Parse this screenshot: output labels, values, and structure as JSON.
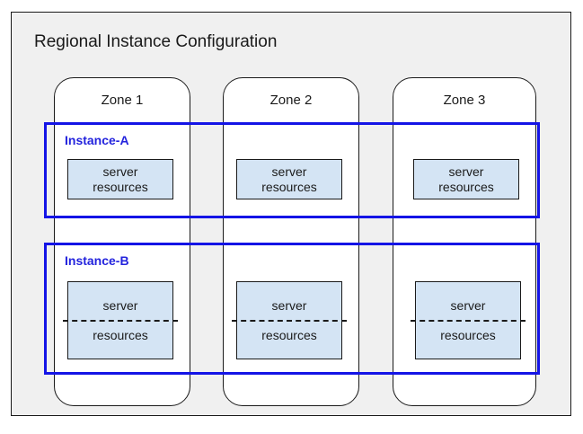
{
  "region": {
    "title": "Regional Instance Configuration"
  },
  "zones": [
    {
      "label": "Zone 1"
    },
    {
      "label": "Zone 2"
    },
    {
      "label": "Zone 3"
    }
  ],
  "instances": [
    {
      "label": "Instance-A",
      "style": "compact",
      "resources": [
        {
          "line_top": "server",
          "line_bottom": "resources"
        },
        {
          "line_top": "server",
          "line_bottom": "resources"
        },
        {
          "line_top": "server",
          "line_bottom": "resources"
        }
      ]
    },
    {
      "label": "Instance-B",
      "style": "split",
      "resources": [
        {
          "line_top": "server",
          "line_bottom": "resources"
        },
        {
          "line_top": "server",
          "line_bottom": "resources"
        },
        {
          "line_top": "server",
          "line_bottom": "resources"
        }
      ]
    }
  ],
  "colors": {
    "region_background": "#f0f0f0",
    "zone_background": "#ffffff",
    "instance_outline": "#1414e6",
    "instance_label": "#2323dd",
    "resource_fill": "#d4e4f4",
    "stroke": "#1a1a1a"
  }
}
